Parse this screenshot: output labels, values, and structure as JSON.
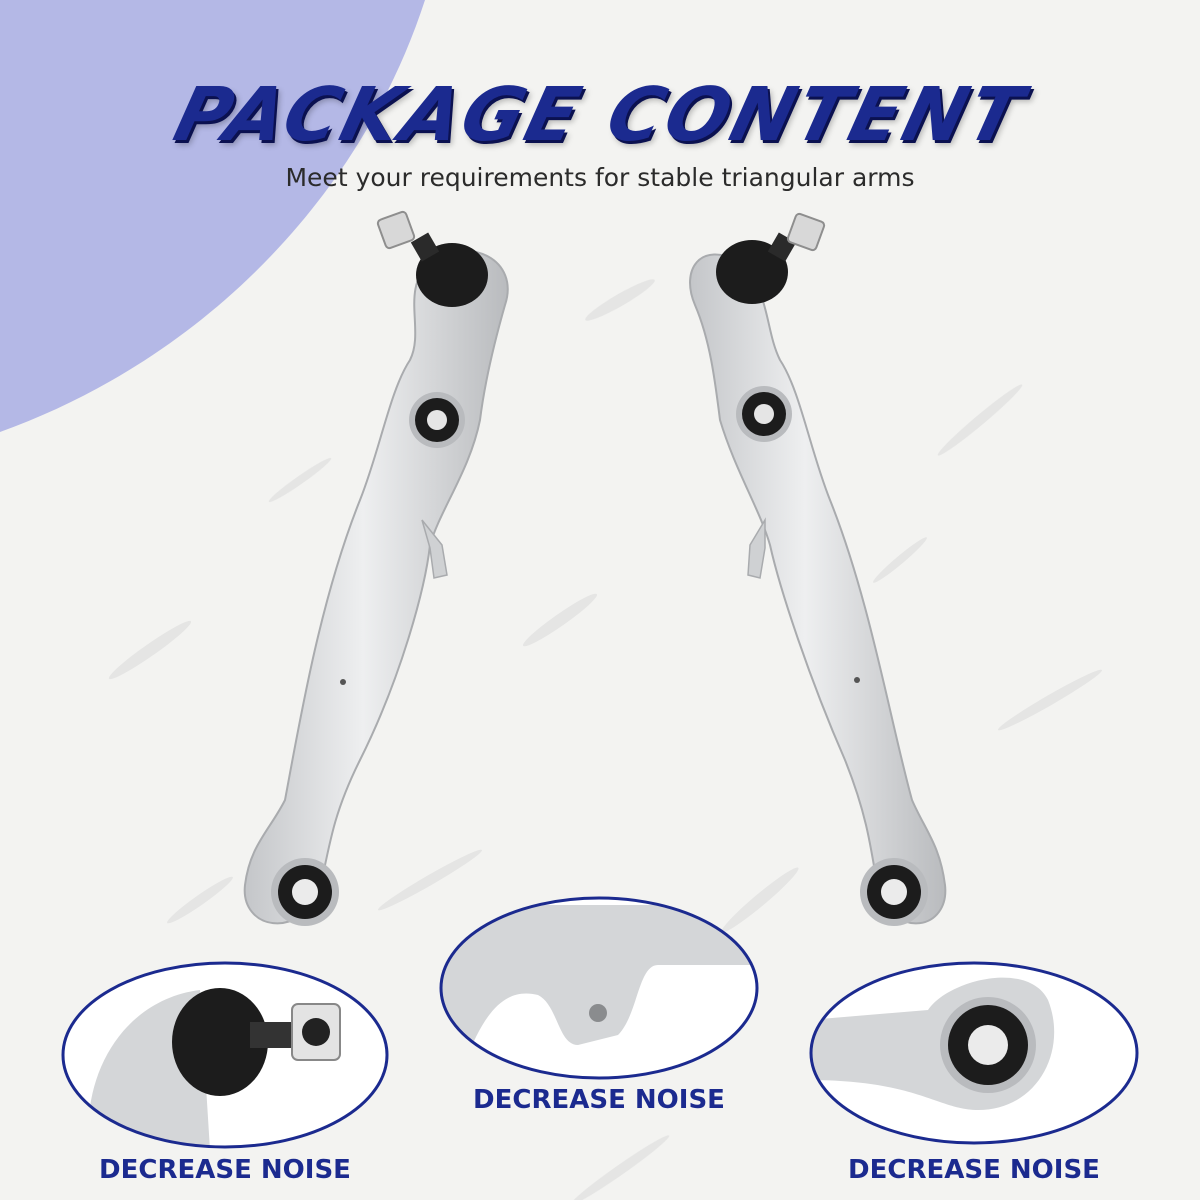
{
  "header": {
    "title": "PACKAGE CONTENT",
    "subtitle": "Meet your requirements for stable triangular arms"
  },
  "callouts": [
    {
      "label": "DECREASE NOISE"
    },
    {
      "label": "DECREASE NOISE"
    },
    {
      "label": "DECREASE NOISE"
    }
  ],
  "colors": {
    "accent": "#1b2a8f",
    "corner": "#b4b8e6",
    "metal": "#d4d6d8",
    "bushing": "#1c1c1c",
    "background": "#f3f3f1"
  }
}
